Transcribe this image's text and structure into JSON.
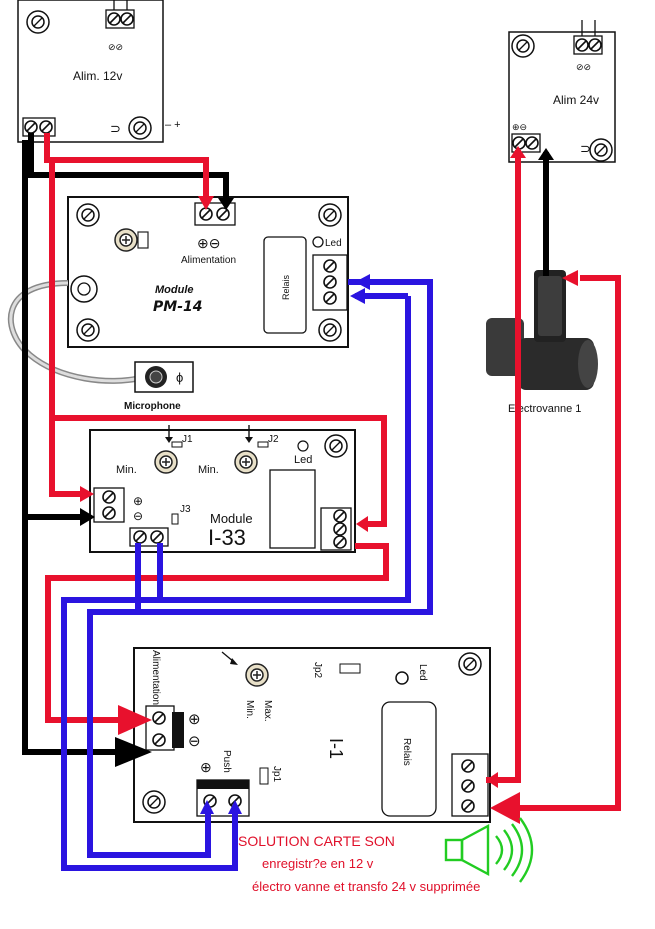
{
  "psu12": {
    "title": "Alim. 12v",
    "polarity": "–  +"
  },
  "psu24": {
    "title": "Alim 24v"
  },
  "pm14": {
    "module_word": "Module",
    "model": "PM-14",
    "power_label": "Alimentation",
    "power_symbols": "⊕⊖",
    "led_label": "Led",
    "relay_label": "Relais",
    "microphone_label": "Microphone"
  },
  "i33": {
    "j1": "J1",
    "j2": "J2",
    "j3": "J3",
    "min1": "Min.",
    "min2": "Min.",
    "led_label": "Led",
    "module_word": "Module",
    "model": "I-33"
  },
  "i1": {
    "model": "I-1",
    "power_label": "Alimentation",
    "max_label": "Max.",
    "min_label": "Min.",
    "jp1": "Jp1",
    "jp2": "Jp2",
    "push_label": "Push",
    "led_label": "Led",
    "relay_label": "Relais"
  },
  "valve": {
    "label": "Electrovanne 1"
  },
  "note": {
    "line1": "SOLUTION CARTE SON",
    "line2": "enregistr?e en 12 v",
    "line3": "électro vanne et transfo 24 v supprimée"
  },
  "colors": {
    "positive": "#e8112d",
    "negative": "#000000",
    "signal": "#2a14e0",
    "speaker": "#22cc22",
    "note": "#e0102a"
  },
  "icons": [
    "speaker-icon",
    "screw-terminal-icon",
    "potentiometer-icon",
    "microphone-icon",
    "solenoid-valve-icon"
  ]
}
